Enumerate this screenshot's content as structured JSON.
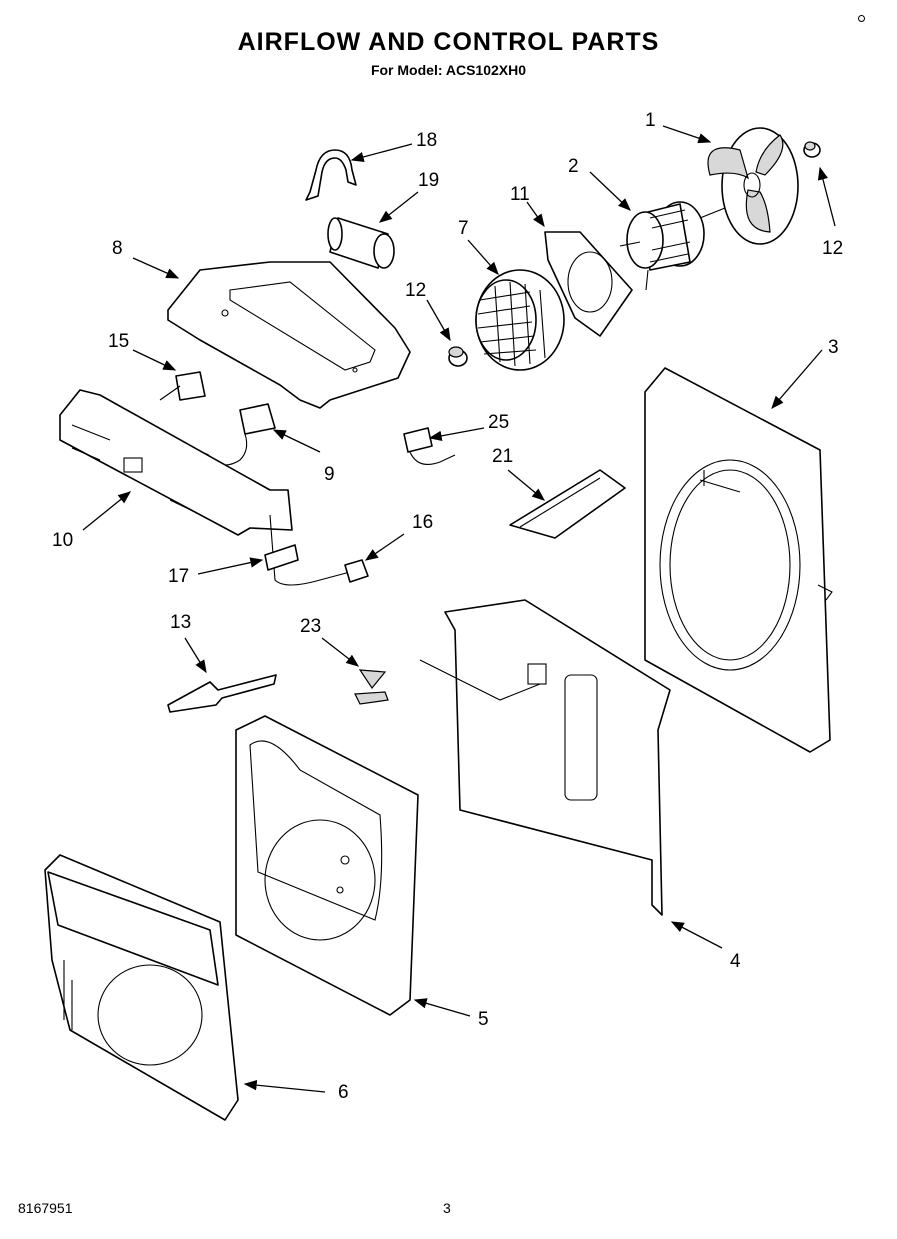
{
  "title": "AIRFLOW AND CONTROL PARTS",
  "subtitle": "For Model: ACS102XH0",
  "footer": {
    "doc_number": "8167951",
    "page_number": "3"
  },
  "callouts": {
    "c1": "1",
    "c2": "2",
    "c3": "3",
    "c4": "4",
    "c5": "5",
    "c6": "6",
    "c7": "7",
    "c8": "8",
    "c9": "9",
    "c10": "10",
    "c11": "11",
    "c12a": "12",
    "c12b": "12",
    "c13": "13",
    "c15": "15",
    "c16": "16",
    "c17": "17",
    "c18": "18",
    "c19": "19",
    "c21": "21",
    "c23": "23",
    "c25": "25"
  }
}
